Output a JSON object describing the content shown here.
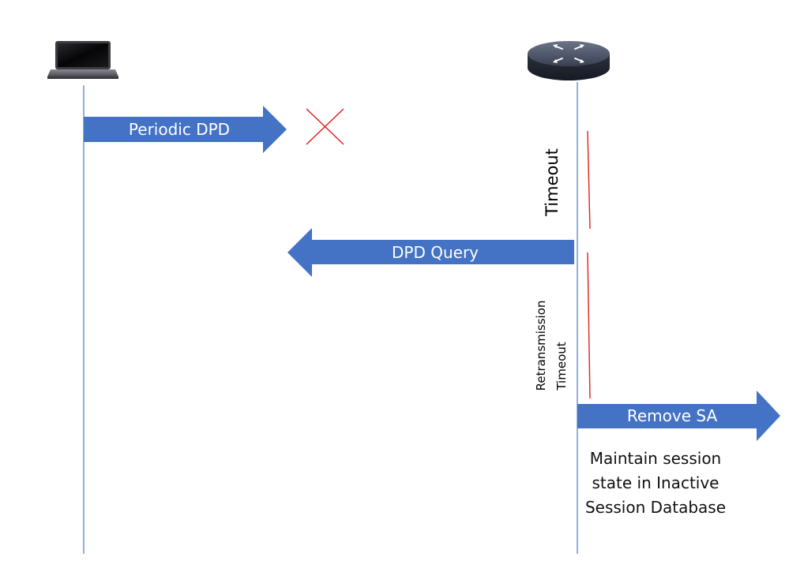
{
  "colors": {
    "lifeline": "#4a7fc1",
    "arrow_fill": "#4472c4",
    "timer_line": "#e02020",
    "drop_mark": "#e02020"
  },
  "icons": {
    "client": "laptop-icon",
    "gateway": "router-icon"
  },
  "messages": {
    "periodic_dpd": "Periodic DPD",
    "dpd_query": "DPD Query",
    "remove_sa": "Remove SA"
  },
  "timers": {
    "timeout": "Timeout",
    "retransmission_line1": "Retransmission",
    "retransmission_line2": "Timeout"
  },
  "note": {
    "line1": "Maintain session",
    "line2": "state in Inactive",
    "line3": "Session Database"
  }
}
